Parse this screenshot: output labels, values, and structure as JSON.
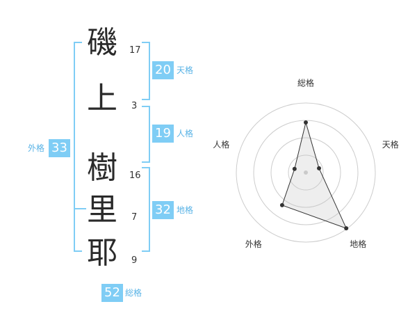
{
  "name": {
    "chars": [
      {
        "char": "磯",
        "strokes": "17"
      },
      {
        "char": "上",
        "strokes": "3"
      },
      {
        "char": "樹",
        "strokes": "16"
      },
      {
        "char": "里",
        "strokes": "7"
      },
      {
        "char": "耶",
        "strokes": "9"
      }
    ]
  },
  "fortune": {
    "tenkaku": {
      "value": "20",
      "label": "天格"
    },
    "jinkaku": {
      "value": "19",
      "label": "人格"
    },
    "chikaku": {
      "value": "32",
      "label": "地格"
    },
    "gaikaku": {
      "value": "33",
      "label": "外格"
    },
    "soukaku": {
      "value": "52",
      "label": "総格"
    }
  },
  "colors": {
    "accent": "#7fcdf5",
    "accent_text": "#59b3e6"
  },
  "chart_data": {
    "type": "radar",
    "axes": [
      "総格",
      "天格",
      "地格",
      "外格",
      "人格"
    ],
    "values": [
      0.72,
      0.2,
      0.99,
      0.58,
      0.17
    ],
    "rings": 4
  }
}
